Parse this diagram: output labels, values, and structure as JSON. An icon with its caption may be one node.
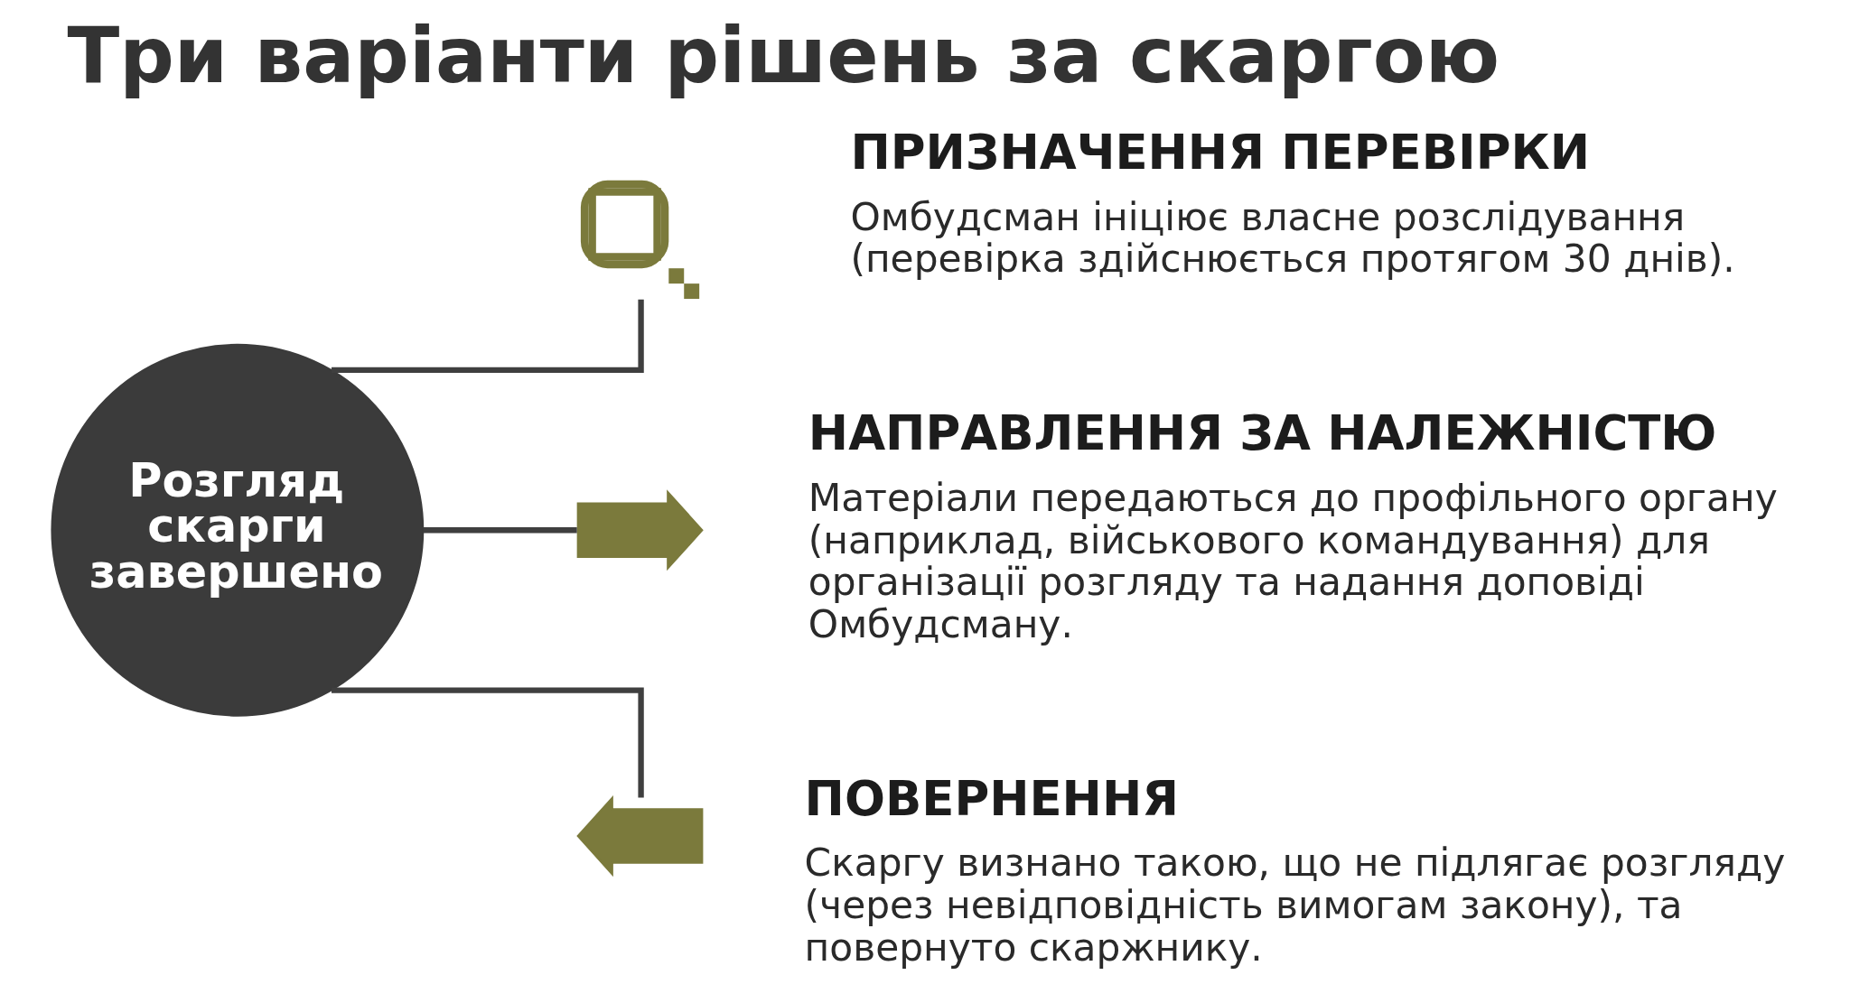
{
  "diagram": {
    "title": "Три варіанти рішень за скаргою",
    "nodes": [
      {
        "text": [
          "Розгляд скарги завершено"
        ]
      },
      {
        "text": [],
        "shape": "picture",
        "beside": [
          "ПРИЗНАЧЕННЯ ПЕРЕВІРКИ",
          "Омбудсман ініціює власне розслідування (перевірка здійснюється протягом 30 днів)."
        ]
      },
      {
        "text": [],
        "shape": "picture",
        "beside": [
          "НАПРАВЛЕННЯ ЗА НАЛЕЖНІСТЮ",
          "Матеріали передаються до профільного органу (наприклад, військового командування) для організації розгляду та надання доповіді Омбудсману."
        ]
      },
      {
        "text": [],
        "shape": "picture",
        "beside": [
          "ПОВЕРНЕННЯ",
          "Скаргу визнано такою, що не підлягає розгляду (через невідповідність вимогам закону), та повернуто скаржнику."
        ]
      }
    ],
    "edges": [
      {
        "from": 0,
        "to": 1,
        "arrow": "none"
      },
      {
        "from": 0,
        "to": 2,
        "arrow": "none"
      },
      {
        "from": 0,
        "to": 3,
        "arrow": "none"
      }
    ]
  }
}
